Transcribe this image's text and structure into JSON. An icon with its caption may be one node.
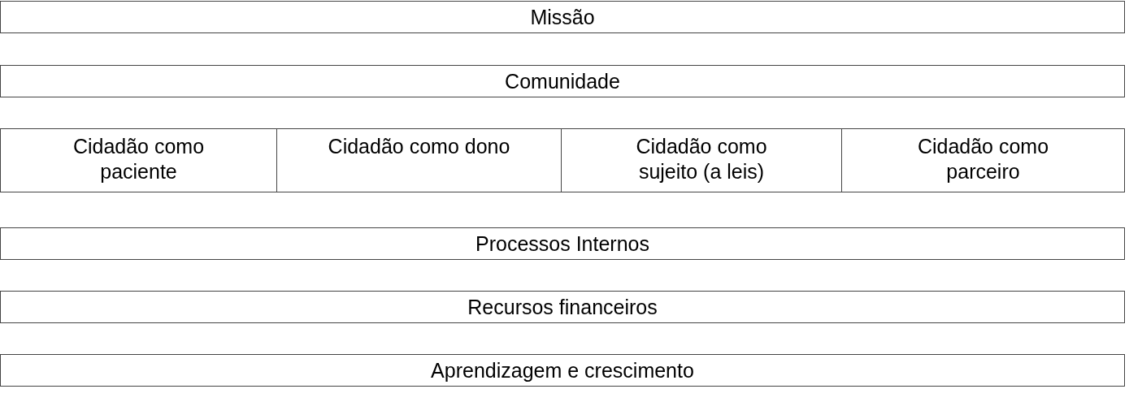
{
  "diagram": {
    "nodes": [
      {
        "text": [
          "Missão"
        ]
      },
      {
        "text": [
          "Comunidade"
        ]
      },
      {
        "text": [
          "Cidadão como paciente"
        ]
      },
      {
        "text": [
          "Cidadão como dono"
        ]
      },
      {
        "text": [
          "Cidadão como sujeito (a leis)"
        ]
      },
      {
        "text": [
          "Cidadão como parceiro"
        ]
      },
      {
        "text": [
          "Processos Internos"
        ]
      },
      {
        "text": [
          "Recursos financeiros"
        ]
      },
      {
        "text": [
          "Aprendizagem e crescimento"
        ]
      }
    ]
  }
}
